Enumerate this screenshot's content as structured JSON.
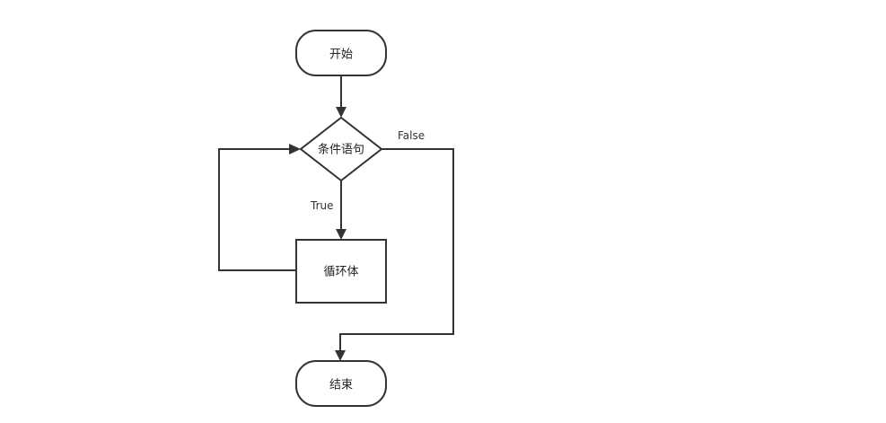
{
  "flowchart": {
    "start": {
      "label": "开始"
    },
    "condition": {
      "label": "条件语句"
    },
    "loop_body": {
      "label": "循环体"
    },
    "end": {
      "label": "结束"
    },
    "edges": {
      "true_label": "True",
      "false_label": "False"
    }
  },
  "colors": {
    "stroke": "#333333",
    "background": "#ffffff"
  }
}
